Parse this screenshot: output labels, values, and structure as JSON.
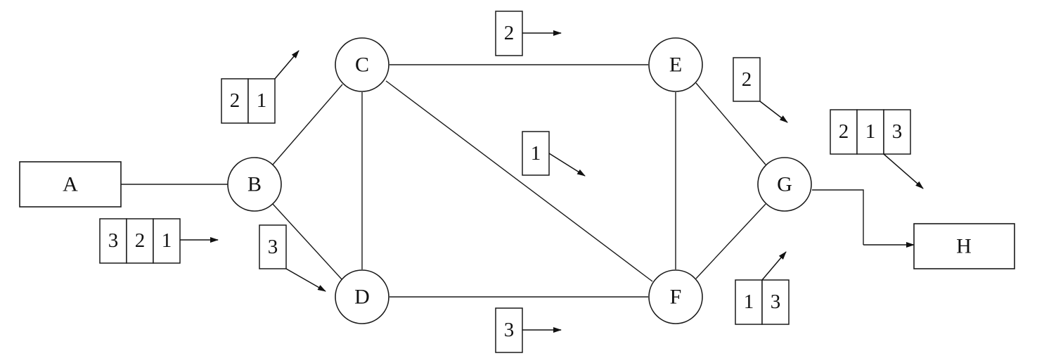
{
  "nodes": {
    "A": "A",
    "B": "B",
    "C": "C",
    "D": "D",
    "E": "E",
    "F": "F",
    "G": "G",
    "H": "H"
  },
  "packet_groups": {
    "A_B": [
      "3",
      "2",
      "1"
    ],
    "B_C": [
      "2",
      "1"
    ],
    "B_D": [
      "3"
    ],
    "C_E": [
      "2"
    ],
    "C_F": [
      "1"
    ],
    "D_F": [
      "3"
    ],
    "E_G": [
      "2"
    ],
    "F_G": [
      "1",
      "3"
    ],
    "G_H": [
      "2",
      "1",
      "3"
    ]
  },
  "colors": {
    "line": "#1a1a1a",
    "background": "#ffffff"
  }
}
